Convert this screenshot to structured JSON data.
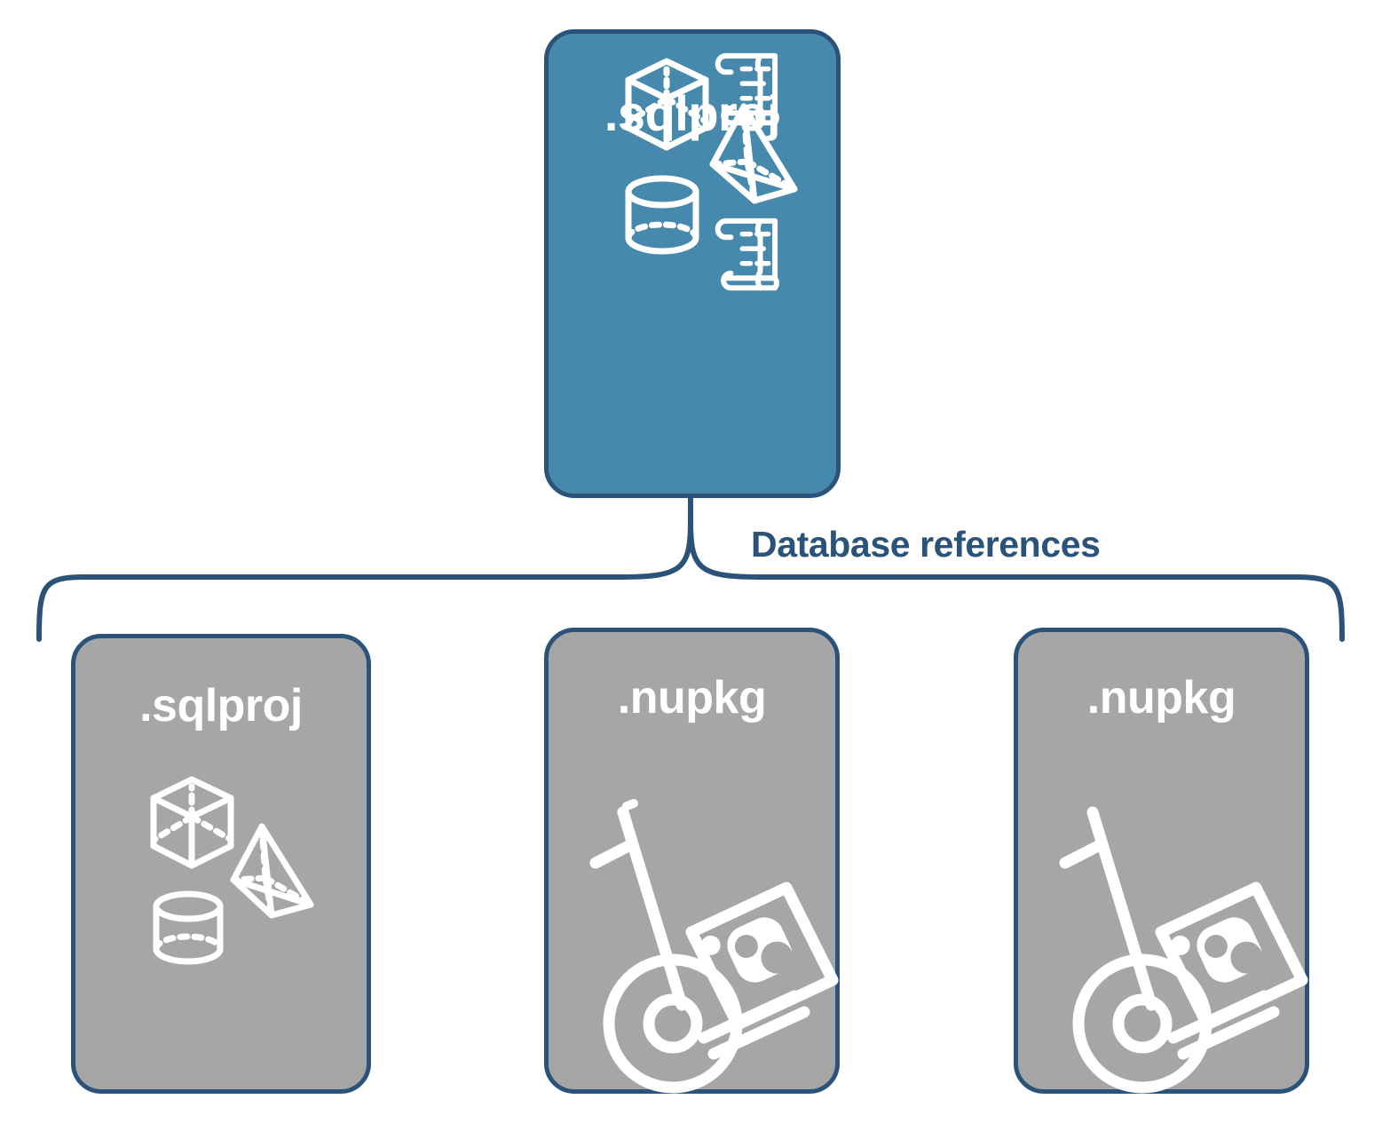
{
  "diagram": {
    "title_text": "Database references",
    "colors": {
      "accent_blue": "#4789ad",
      "node_gray": "#a6a6a6",
      "outline_navy": "#2b5379",
      "label_navy": "#2b5379",
      "icon_white": "#ffffff",
      "background": "#ffffff"
    },
    "parent_node": {
      "id": "sqlproj-parent",
      "label": ".sqlproj",
      "fill": "blue",
      "icons": [
        "cube-icon",
        "script-scroll-icon",
        "pyramid-icon",
        "cylinder-icon",
        "script-scroll-icon"
      ]
    },
    "connector": {
      "name": "database-references-brace",
      "label": "Database references"
    },
    "child_nodes": [
      {
        "id": "sqlproj-reference",
        "label": ".sqlproj",
        "fill": "gray",
        "icons": [
          "cube-icon",
          "pyramid-icon",
          "cylinder-icon"
        ]
      },
      {
        "id": "nupkg-reference-1",
        "label": ".nupkg",
        "fill": "gray",
        "icons": [
          "hand-truck-package-icon"
        ]
      },
      {
        "id": "nupkg-reference-2",
        "label": ".nupkg",
        "fill": "gray",
        "icons": [
          "hand-truck-package-icon"
        ]
      }
    ]
  }
}
